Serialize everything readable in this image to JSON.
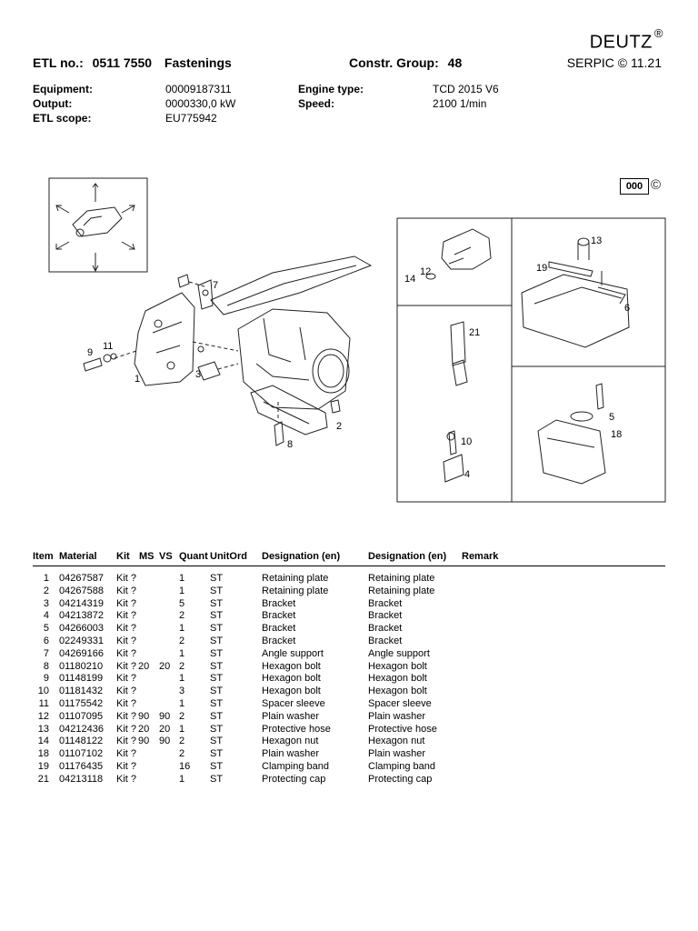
{
  "header": {
    "brand": "DEUTZ",
    "brand_mark": "®",
    "etl_label": "ETL no.:",
    "etl_number": "0511 7550",
    "etl_title": "Fastenings",
    "constr_label": "Constr. Group:",
    "constr_value": "48",
    "serpic": "SERPIC © 11.21"
  },
  "meta": {
    "equipment_label": "Equipment:",
    "equipment_value": "00009187311",
    "output_label": "Output:",
    "output_value": "0000330,0 kW",
    "scope_label": "ETL scope:",
    "scope_value": "EU775942",
    "engine_label": "Engine type:",
    "engine_value": "TCD 2015 V6",
    "speed_label": "Speed:",
    "speed_value": "2100 1/min"
  },
  "drawing": {
    "code": "000",
    "copyright_symbol": "©",
    "callouts": {
      "c1": "1",
      "c2": "2",
      "c3": "3",
      "c4": "4",
      "c5": "5",
      "c6": "6",
      "c7": "7",
      "c8": "8",
      "c9": "9",
      "c10": "10",
      "c11": "11",
      "c12": "12",
      "c13": "13",
      "c14": "14",
      "c18": "18",
      "c19": "19",
      "c21": "21"
    }
  },
  "table": {
    "headers": {
      "item": "Item",
      "material": "Material",
      "kit": "Kit",
      "ms": "MS",
      "vs": "VS",
      "quant": "Quant",
      "unitord": "UnitOrd",
      "designation1": "Designation (en)",
      "designation2": "Designation (en)",
      "remark": "Remark"
    },
    "rows": [
      {
        "item": "1",
        "material": "04267587",
        "kit": "Kit ?",
        "ms": "",
        "vs": "",
        "quant": "1",
        "unit": "ST",
        "des1": "Retaining plate",
        "des2": "Retaining plate"
      },
      {
        "item": "2",
        "material": "04267588",
        "kit": "Kit ?",
        "ms": "",
        "vs": "",
        "quant": "1",
        "unit": "ST",
        "des1": "Retaining plate",
        "des2": "Retaining plate"
      },
      {
        "item": "3",
        "material": "04214319",
        "kit": "Kit ?",
        "ms": "",
        "vs": "",
        "quant": "5",
        "unit": "ST",
        "des1": "Bracket",
        "des2": "Bracket"
      },
      {
        "item": "4",
        "material": "04213872",
        "kit": "Kit ?",
        "ms": "",
        "vs": "",
        "quant": "2",
        "unit": "ST",
        "des1": "Bracket",
        "des2": "Bracket"
      },
      {
        "item": "5",
        "material": "04266003",
        "kit": "Kit ?",
        "ms": "",
        "vs": "",
        "quant": "1",
        "unit": "ST",
        "des1": "Bracket",
        "des2": "Bracket"
      },
      {
        "item": "6",
        "material": "02249331",
        "kit": "Kit ?",
        "ms": "",
        "vs": "",
        "quant": "2",
        "unit": "ST",
        "des1": "Bracket",
        "des2": "Bracket"
      },
      {
        "item": "7",
        "material": "04269166",
        "kit": "Kit ?",
        "ms": "",
        "vs": "",
        "quant": "1",
        "unit": "ST",
        "des1": "Angle support",
        "des2": "Angle support"
      },
      {
        "item": "8",
        "material": "01180210",
        "kit": "Kit ?",
        "ms": "20",
        "vs": "20",
        "quant": "2",
        "unit": "ST",
        "des1": "Hexagon bolt",
        "des2": "Hexagon bolt"
      },
      {
        "item": "9",
        "material": "01148199",
        "kit": "Kit ?",
        "ms": "",
        "vs": "",
        "quant": "1",
        "unit": "ST",
        "des1": "Hexagon bolt",
        "des2": "Hexagon bolt"
      },
      {
        "item": "10",
        "material": "01181432",
        "kit": "Kit ?",
        "ms": "",
        "vs": "",
        "quant": "3",
        "unit": "ST",
        "des1": "Hexagon bolt",
        "des2": "Hexagon bolt"
      },
      {
        "item": "11",
        "material": "01175542",
        "kit": "Kit ?",
        "ms": "",
        "vs": "",
        "quant": "1",
        "unit": "ST",
        "des1": "Spacer sleeve",
        "des2": "Spacer sleeve"
      },
      {
        "item": "12",
        "material": "01107095",
        "kit": "Kit ?",
        "ms": "90",
        "vs": "90",
        "quant": "2",
        "unit": "ST",
        "des1": "Plain washer",
        "des2": "Plain washer"
      },
      {
        "item": "13",
        "material": "04212436",
        "kit": "Kit ?",
        "ms": "20",
        "vs": "20",
        "quant": "1",
        "unit": "ST",
        "des1": "Protective hose",
        "des2": "Protective hose"
      },
      {
        "item": "14",
        "material": "01148122",
        "kit": "Kit ?",
        "ms": "90",
        "vs": "90",
        "quant": "2",
        "unit": "ST",
        "des1": "Hexagon nut",
        "des2": "Hexagon nut"
      },
      {
        "item": "18",
        "material": "01107102",
        "kit": "Kit ?",
        "ms": "",
        "vs": "",
        "quant": "2",
        "unit": "ST",
        "des1": "Plain washer",
        "des2": "Plain washer"
      },
      {
        "item": "19",
        "material": "01176435",
        "kit": "Kit ?",
        "ms": "",
        "vs": "",
        "quant": "16",
        "unit": "ST",
        "des1": "Clamping band",
        "des2": "Clamping band"
      },
      {
        "item": "21",
        "material": "04213118",
        "kit": "Kit ?",
        "ms": "",
        "vs": "",
        "quant": "1",
        "unit": "ST",
        "des1": "Protecting cap",
        "des2": "Protecting cap"
      }
    ]
  }
}
